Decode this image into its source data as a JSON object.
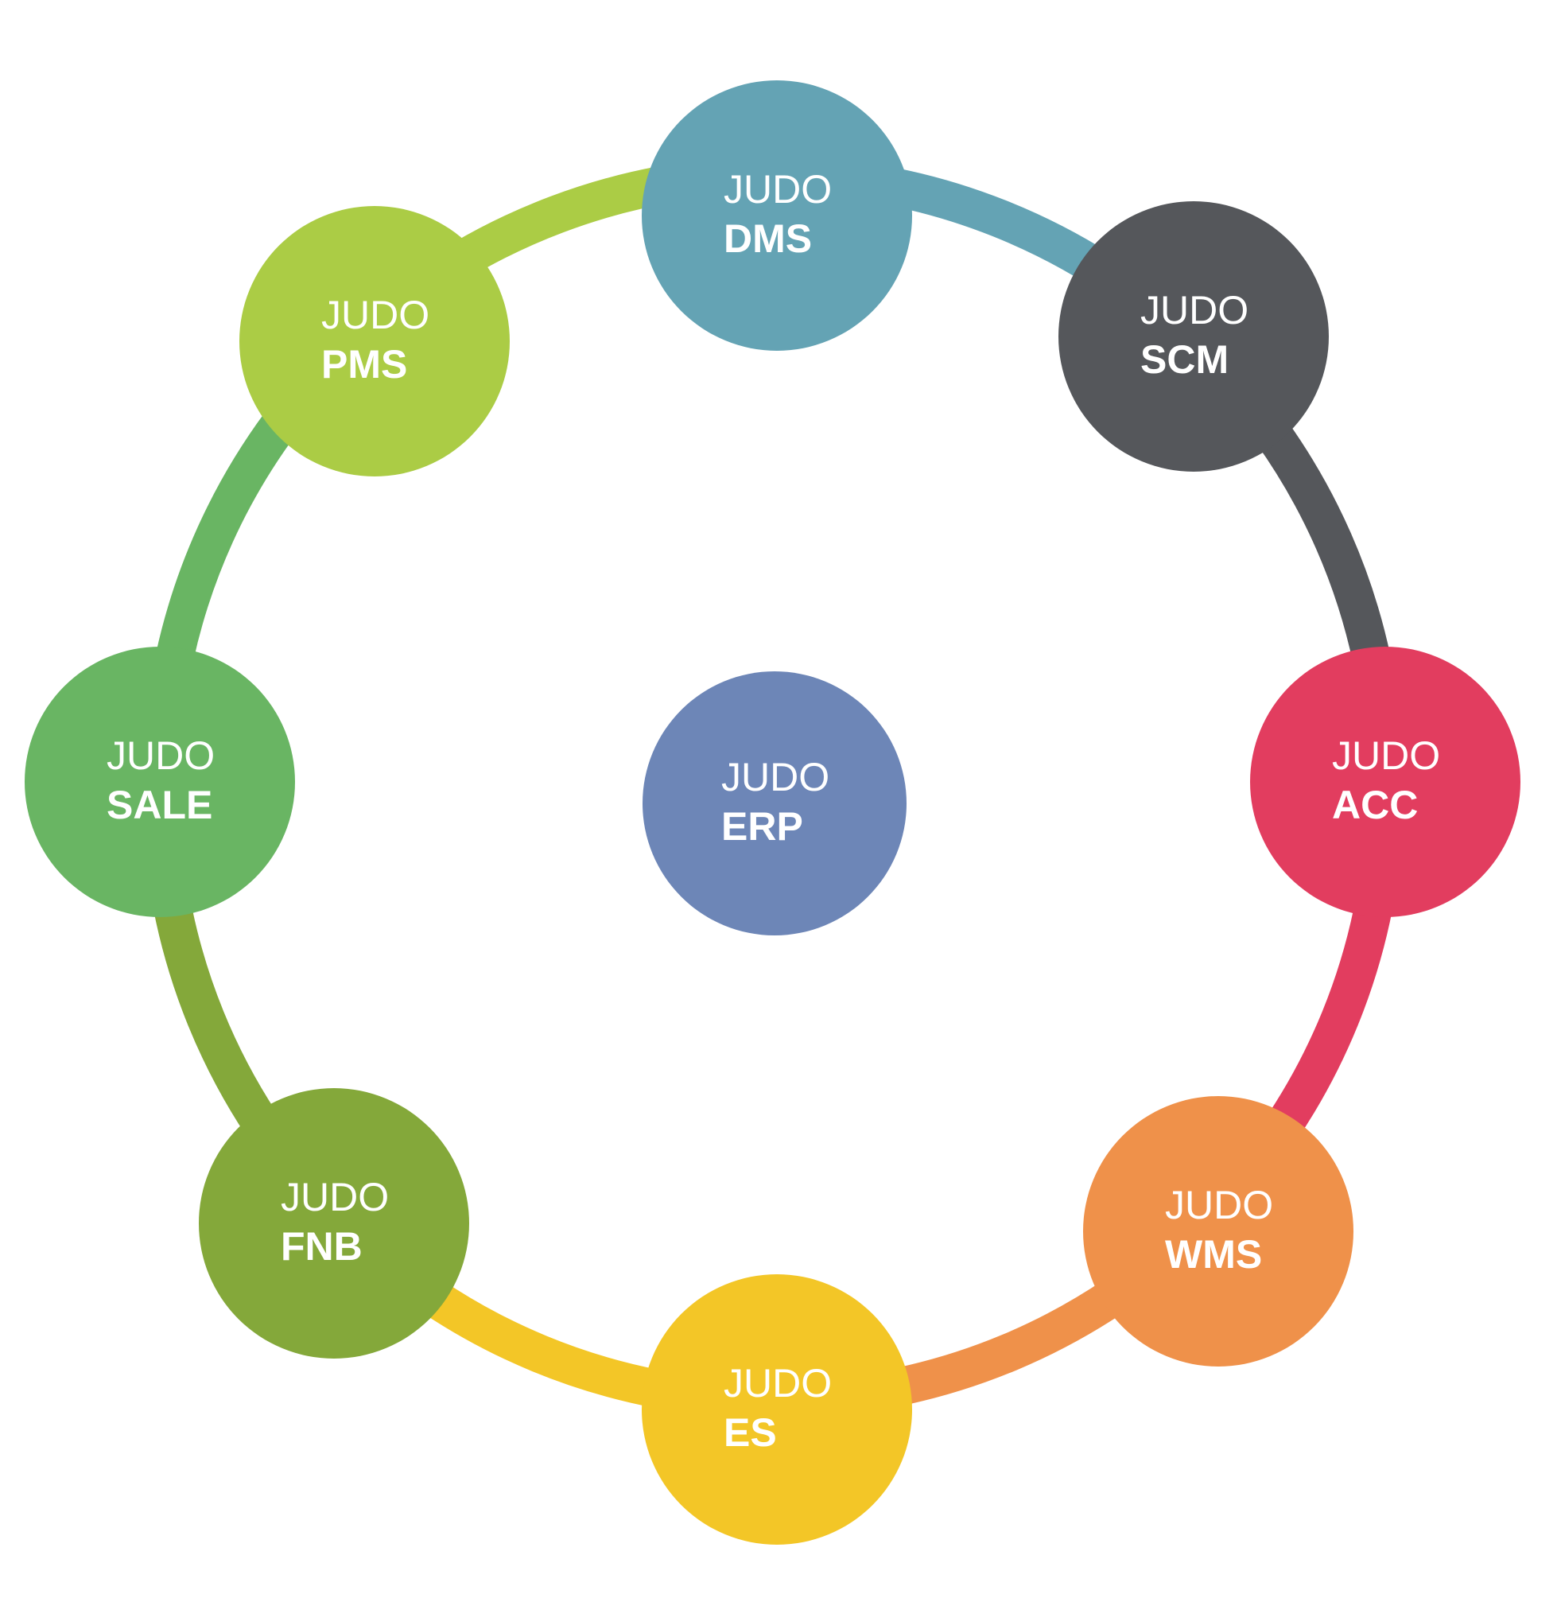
{
  "nodes": [
    {
      "key": "dms",
      "line1": "JUDO",
      "line2": "DMS",
      "color": "#64a3b4",
      "text_color": "#ffffff"
    },
    {
      "key": "scm",
      "line1": "JUDO",
      "line2": "SCM",
      "color": "#55575b",
      "text_color": "#ffffff"
    },
    {
      "key": "acc",
      "line1": "JUDO",
      "line2": "ACC",
      "color": "#e23d5f",
      "text_color": "#ffffff"
    },
    {
      "key": "wms",
      "line1": "JUDO",
      "line2": "WMS",
      "color": "#ef914a",
      "text_color": "#ffffff"
    },
    {
      "key": "es",
      "line1": "JUDO",
      "line2": "ES",
      "color": "#f3c627",
      "text_color": "#ffffff"
    },
    {
      "key": "fnb",
      "line1": "JUDO",
      "line2": "FNB",
      "color": "#84a83a",
      "text_color": "#ffffff"
    },
    {
      "key": "sale",
      "line1": "JUDO",
      "line2": "SALE",
      "color": "#69b563",
      "text_color": "#ffffff"
    },
    {
      "key": "pms",
      "line1": "JUDO",
      "line2": "PMS",
      "color": "#abcc45",
      "text_color": "#ffffff"
    }
  ],
  "center": {
    "key": "erp",
    "line1": "JUDO",
    "line2": "ERP",
    "color": "#6d86b7",
    "text_color": "#ffffff"
  }
}
